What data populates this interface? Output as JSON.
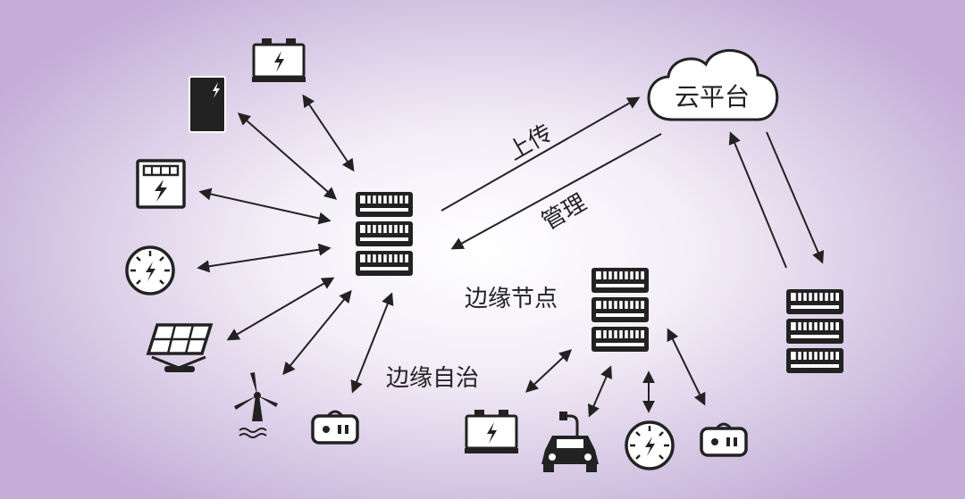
{
  "labels": {
    "cloud": "云平台",
    "upload": "上传",
    "manage": "管理",
    "edge_node": "边缘节点",
    "edge_autonomy": "边缘自治"
  },
  "colors": {
    "ink": "#222222",
    "background_center": "#ffffff",
    "background_edge": "#c4add8"
  },
  "icons": {
    "left_cluster_devices": [
      "battery-icon",
      "phone-icon",
      "electric-meter-icon",
      "gauge-icon",
      "solar-panel-icon",
      "wind-turbine-icon",
      "controller-icon"
    ],
    "edge_node_devices": [
      "battery-icon",
      "electric-car-icon",
      "gauge-icon",
      "controller-icon"
    ],
    "servers": [
      "left-server-icon",
      "edge-node-server-icon",
      "right-server-icon"
    ],
    "cloud": "cloud-icon"
  }
}
